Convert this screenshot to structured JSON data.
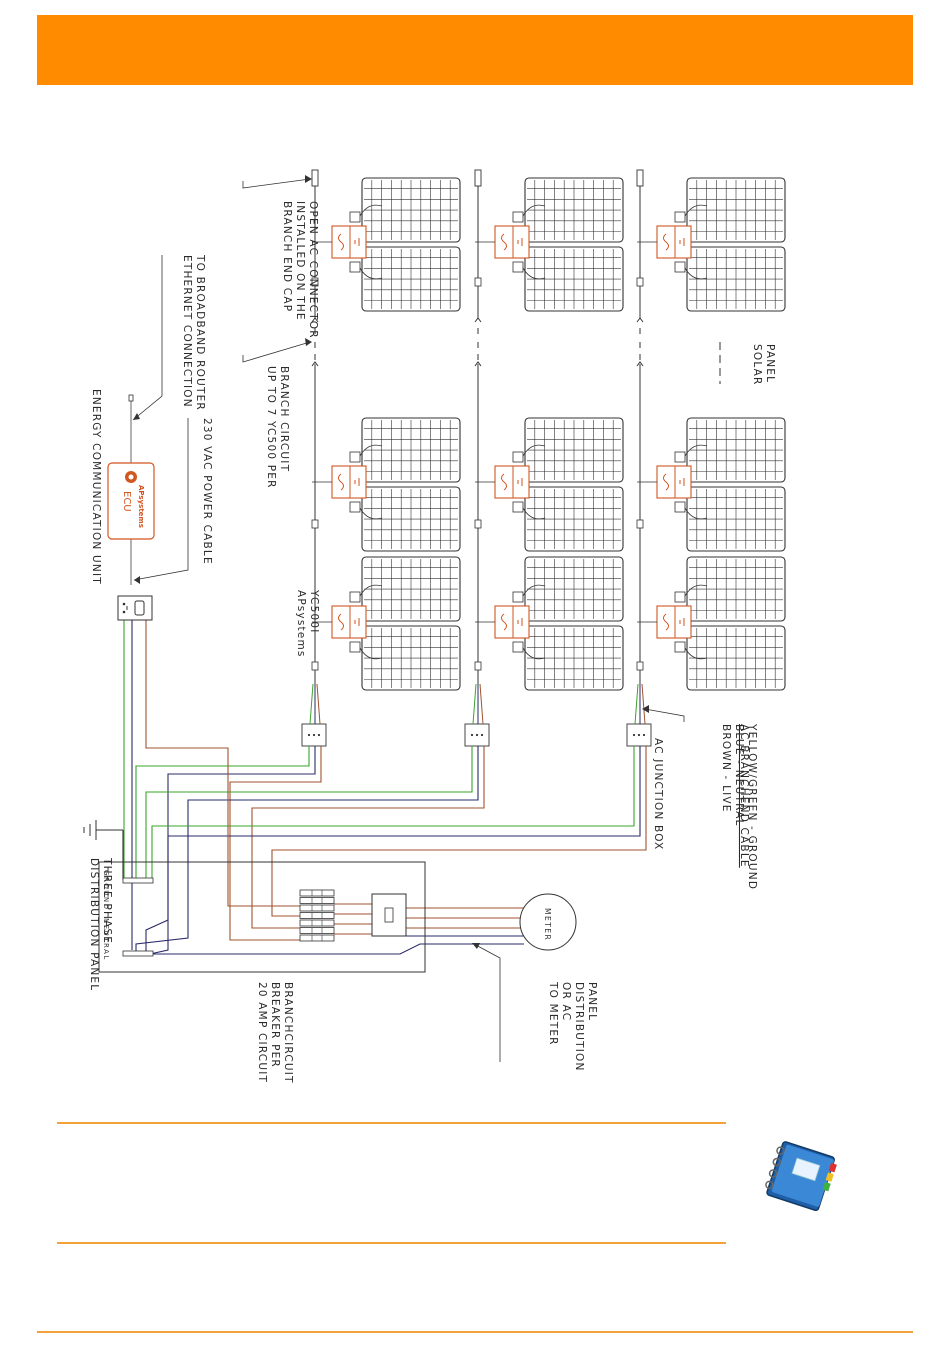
{
  "colors": {
    "header": "#ff8c00",
    "accent_line": "#f3a23a",
    "live": "#a0522d",
    "neutral": "#2a2a6a",
    "ground": "#3aa52a",
    "inverter": "#d2561f",
    "panel": "#333333"
  },
  "labels": {
    "branch_end_cap": [
      "BRANCH END CAP",
      "INSTALLED ON THE",
      "OPEN AC CONNECTOR"
    ],
    "ethernet": [
      "ETHERNET CONNECTION",
      "TO BROADBAND ROUTER"
    ],
    "up_to_7": [
      "UP TO 7 YC500 PER",
      "BRANCH CIRCUIT"
    ],
    "power_cable": "230 VAC POWER CABLE",
    "ecu_full": "ENERGY COMMUNICATION UNIT",
    "solar_panel": [
      "SOLAR",
      "PANEL"
    ],
    "inverter_model": [
      "APsystems",
      "YC500I"
    ],
    "ac_cable_title": "AC BRANCHEND CABLE",
    "ac_cable_lines": [
      "BROWN - LIVE",
      "BLUE - NEUTRAL",
      "YELLOW/GREEN - GROUND"
    ],
    "junction_box": "AC JUNCTION BOX",
    "ground": "GROUND",
    "neutral": "NEUTRAL",
    "distribution_panel": [
      "DISTRIBUTION PANEL",
      "THREE PHASE"
    ],
    "meter": "METER",
    "to_meter": [
      "TO METER",
      "OR AC",
      "DISTRIBUTION",
      "PANEL"
    ],
    "breaker": [
      "20 AMP CIRCUIT",
      "BREAKER PER",
      "BRANCHCIRCUIT"
    ],
    "ecu_brand": "APsystems",
    "ecu_name": "ECU"
  },
  "icons": {
    "notebook": "notebook-icon",
    "ground_symbol": "ground-icon",
    "inverter": "inverter-icon"
  }
}
